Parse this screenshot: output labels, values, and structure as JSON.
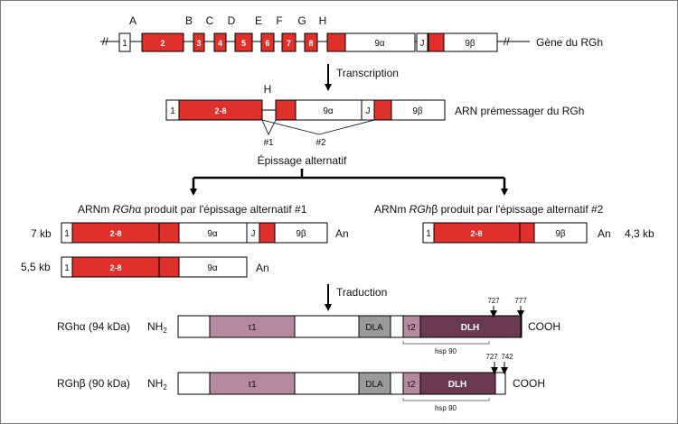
{
  "colors": {
    "exon_red": "#e0302c",
    "tau1": "#b58a9c",
    "tau2": "#b58a9c",
    "dla": "#9a9a9a",
    "dlh": "#6b3a4e",
    "line": "#000000"
  },
  "gene": {
    "letters": [
      "A",
      "B",
      "C",
      "D",
      "E",
      "F",
      "G",
      "H"
    ],
    "exons": [
      "1",
      "2",
      "3",
      "4",
      "5",
      "6",
      "7",
      "8",
      "9α",
      "J",
      "9β"
    ],
    "title": "Gène du RGh",
    "break": "//"
  },
  "step_transcription": "Transcription",
  "premrna": {
    "label_h": "H",
    "exons": [
      "1",
      "2-8",
      "9α",
      "J",
      "9β"
    ],
    "title": "ARN prémessager du RGh",
    "splice1": "#1",
    "splice2": "#2"
  },
  "step_splicing": "Épissage alternatif",
  "mrna_alpha": {
    "title_pre": "ARNm ",
    "title_italic": "RGh",
    "title_greek": "α",
    "title_post": " produit par l'épissage alternatif #1",
    "size7": "7 kb",
    "size55": "5,5 kb",
    "exons": [
      "1",
      "2-8",
      "9α",
      "J",
      "9β"
    ],
    "short_exons": [
      "1",
      "2-8",
      "9α"
    ],
    "tail": "An"
  },
  "mrna_beta": {
    "title_pre": "ARNm ",
    "title_italic": "RGh",
    "title_greek": "β",
    "title_post": " produit par l'épissage alternatif #2",
    "exons": [
      "1",
      "2-8",
      "9β"
    ],
    "tail": "An",
    "size": "4,3 kb"
  },
  "step_translation": "Traduction",
  "protein_alpha": {
    "name": "RGhα (94 kDa)",
    "nterm": "NH",
    "nterm_sub": "2",
    "cterm": "COOH",
    "domains": [
      "τ1",
      "DLA",
      "τ2",
      "DLH"
    ],
    "hsp": "hsp 90",
    "marks": [
      "727",
      "777"
    ]
  },
  "protein_beta": {
    "name": "RGhβ (90 kDa)",
    "nterm": "NH",
    "nterm_sub": "2",
    "cterm": "COOH",
    "domains": [
      "τ1",
      "DLA",
      "τ2",
      "DLH"
    ],
    "hsp": "hsp 90",
    "marks": [
      "727",
      "742"
    ]
  }
}
